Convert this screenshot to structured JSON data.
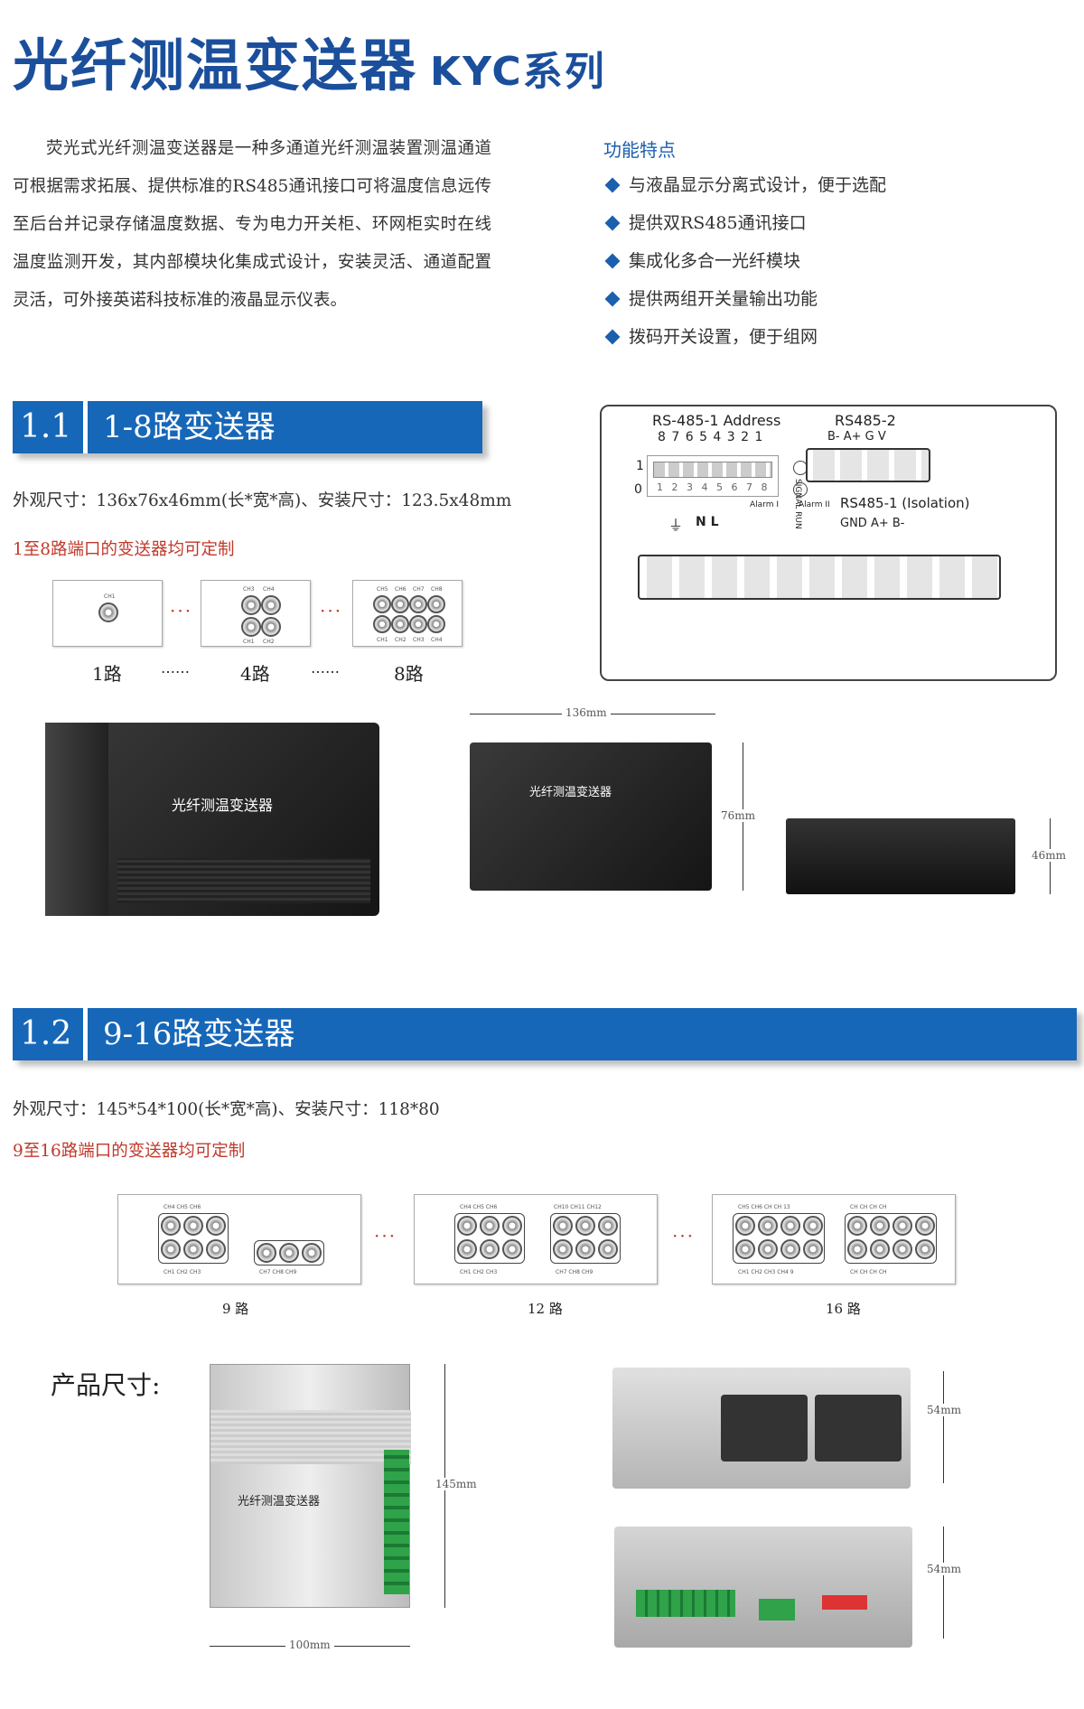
{
  "header": {
    "title": "光纤测温变送器",
    "series": "KYC系列"
  },
  "intro": {
    "text": "荧光式光纤测温变送器是一种多通道光纤测温装置测温通道可根据需求拓展、提供标准的RS485通讯接口可将温度信息远传至后台并记录存储温度数据、专为电力开关柜、环网柜实时在线温度监测开发，其内部模块化集成式设计，安装灵活、通道配置灵活，可外接英诺科技标准的液晶显示仪表。"
  },
  "features": {
    "heading": "功能特点",
    "items": [
      "与液晶显示分离式设计，便于选配",
      "提供双RS485通讯接口",
      "集成化多合一光纤模块",
      "提供两组开关量输出功能",
      "拨码开关设置，便于组网"
    ]
  },
  "section1": {
    "number": "1.1",
    "title": "1-8路变送器",
    "spec": "外观尺寸：136x76x46mm(长*宽*高)、安装尺寸：123.5x48mm",
    "custom": "1至8路端口的变送器均可定制",
    "ports": {
      "label_1": "1路",
      "label_4": "4路",
      "label_8": "8路",
      "ellipsis": "……",
      "dots": "···",
      "ch1": "CH1",
      "ch_4_top": [
        "CH3",
        "CH4"
      ],
      "ch_4_bottom": [
        "CH1",
        "CH2"
      ],
      "ch_8_top": [
        "CH5",
        "CH6",
        "CH7",
        "CH8"
      ],
      "ch_8_bottom": [
        "CH1",
        "CH2",
        "CH3",
        "CH4"
      ]
    },
    "wiring": {
      "rs485_1_address": "RS-485-1 Address",
      "address_digits": "8 7 6 5 4 3 2 1",
      "dip_numbers": "1 2 3 4 5 6 7 8",
      "switch_on": "1",
      "switch_off": "0",
      "signal_run": "SIGNAL RUN",
      "rs485_2": "RS485-2",
      "rs485_2_pins": "B-  A+  G   V",
      "power_pins": "N     L",
      "alarm_1": "Alarm I",
      "alarm_2": "Alarm II",
      "rs485_1_iso": "RS485-1 (Isolation)",
      "rs485_1_pins": "GND  A+    B-"
    },
    "device_label": "光纤测温变送器",
    "dim_length": "136mm",
    "dim_width": "76mm",
    "dim_height": "46mm"
  },
  "section2": {
    "number": "1.2",
    "title": "9-16路变送器",
    "spec": "外观尺寸：145*54*100(长*宽*高)、安装尺寸：118*80",
    "custom": "9至16路端口的变送器均可定制",
    "ports": {
      "label_9": "9 路",
      "label_12": "12 路",
      "label_16": "16 路",
      "dots": "···",
      "p9_top": "CH4   CH5   CH6",
      "p9_bottom": "CH1   CH2   CH3",
      "p9_right": "CH7   CH8   CH9",
      "p12_top_left": "CH4   CH5   CH6",
      "p12_top_right": "CH10 CH11 CH12",
      "p12_bottom_left": "CH1   CH2   CH3",
      "p12_bottom_right": "CH7   CH8   CH9",
      "p16_top_left": "CH5  CH6   CH   CH   13",
      "p16_top_right": "CH   CH   CH   CH",
      "p16_bottom_left": "CH1  CH2  CH3  CH4  9",
      "p16_bottom_right": "CH   CH   CH   CH"
    },
    "product_size_label": "产品尺寸:",
    "device_label": "光纤测温变送器",
    "dim_145": "145mm",
    "dim_100": "100mm",
    "dim_54a": "54mm",
    "dim_54b": "54mm"
  },
  "colors": {
    "title_blue": "#1b4f9c",
    "section_blue": "#1767b8",
    "feature_blue": "#1b5fae",
    "custom_red": "#c0392b"
  }
}
